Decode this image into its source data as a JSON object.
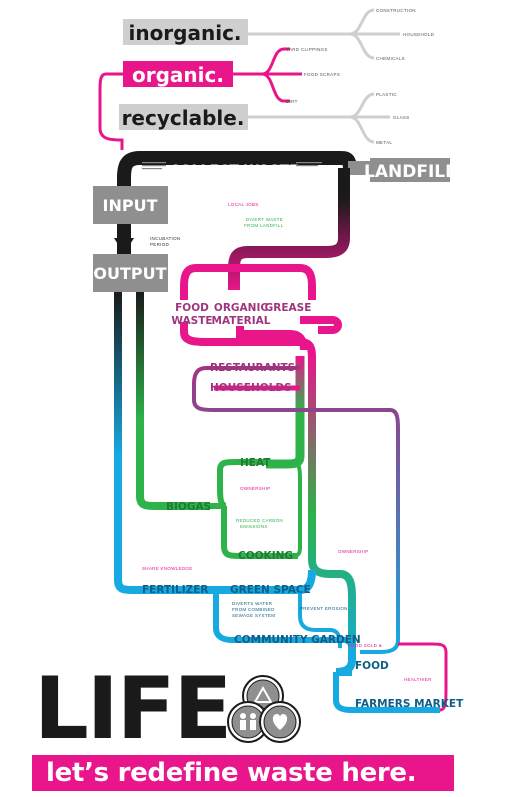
{
  "categories": {
    "inorganic": "inorganic.",
    "organic": "organic.",
    "recyclable": "recyclable."
  },
  "inorganic_items": [
    "CONSTRUCTION",
    "HOUSEHOLD",
    "CHEMICALS"
  ],
  "organic_items": [
    "YARD CLIPPINGS",
    "FOOD SCRAPS",
    "DIRT"
  ],
  "recyclable_items": [
    "PLASTIC",
    "GLASS",
    "METAL"
  ],
  "collect_waste": "COLLECT WASTE",
  "landfill": "LANDFILL",
  "input": "INPUT",
  "output": "OUTPUT",
  "notes": {
    "local_jobs": "LOCAL JOBS",
    "divert_line1": "DIVERT WASTE",
    "divert_line2": "FROM LANDFILL",
    "incubation_line1": "INCUBATION",
    "incubation_line2": "PERIOD",
    "ownership1": "OWNERSHIP",
    "reduced_line1": "REDUCED CARBON",
    "reduced_line2": "EMISSIONS",
    "ownership2": "OWNERSHIP",
    "share_knowledge": "SHARE KNOWLEDGE",
    "divert_water_line1": "DIVERTS WATER",
    "divert_water_line2": "FROM COMBINED",
    "divert_water_line3": "SEWAGE SYSTEM",
    "prevent_erosion": "PREVENT EROSION",
    "food_sold": "FOOD SOLD &",
    "healthier": "HEALTHIER"
  },
  "waste_types": {
    "food_line1": "FOOD",
    "food_line2": "WASTE",
    "organic_line1": "ORGANIC",
    "organic_line2": "MATERIAL",
    "grease": "GREASE"
  },
  "sources": {
    "restaurants": "RESTAURANTS",
    "households": "HOUSEHOLDS"
  },
  "outcomes": {
    "heat": "HEAT",
    "biogas": "BIOGAS",
    "cooking": "COOKING",
    "fertilizer": "FERTILIZER",
    "green_space": "GREEN SPACE",
    "community_garden": "COMMUNITY GARDEN",
    "food": "FOOD",
    "farmers_market": "FARMERS MARKET"
  },
  "brand": {
    "life": "LIFE",
    "slogan": "let’s redefine waste here."
  },
  "colors": {
    "black": "#1a1a1a",
    "gray": "#8f8f8f",
    "light_gray": "#cfcfcf",
    "magenta": "#e8168a",
    "green": "#2db34a",
    "cyan": "#17a9e1",
    "violet": "#a0357f"
  },
  "icons": [
    "recycle-icon",
    "family-icon",
    "heart-hands-icon"
  ]
}
